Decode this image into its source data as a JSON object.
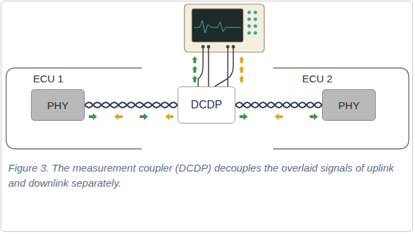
{
  "diagram": {
    "caption": "Figure 3. The measurement coupler (DCDP) decouples the overlaid signals of uplink and downlink separately.",
    "nodes": [
      {
        "text": [
          "ECU 1"
        ]
      },
      {
        "text": [
          "PHY"
        ],
        "in": 0
      },
      {
        "text": [
          "DCDP"
        ]
      },
      {
        "text": [
          "ECU 2"
        ]
      },
      {
        "text": [
          "PHY"
        ],
        "in": 3
      }
    ],
    "edges": [
      {
        "from": 1,
        "to": 2,
        "arrow": "both"
      },
      {
        "from": 2,
        "to": 4,
        "arrow": "both"
      }
    ]
  }
}
